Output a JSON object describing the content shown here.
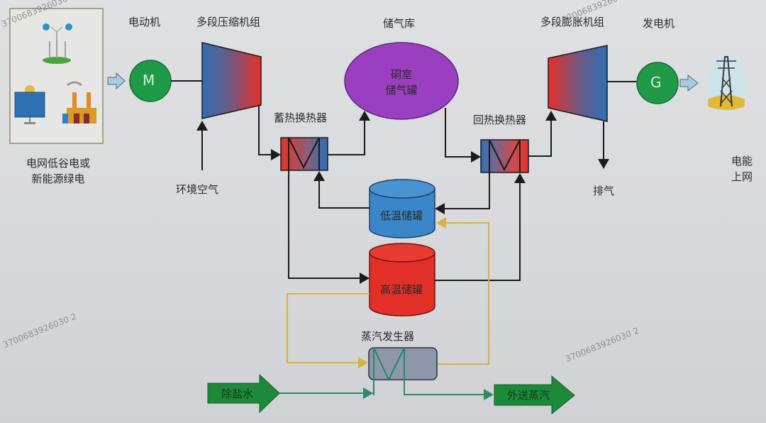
{
  "diagram": {
    "title": "Compressed air energy storage with steam supply",
    "labels": {
      "source": "电网低谷电或\n新能源绿电",
      "motor_title": "电动机",
      "motor_symbol": "M",
      "compressor_title": "多段压缩机组",
      "ambient_air": "环境空气",
      "storage_title": "储气库",
      "cavern": "硐室\n储气罐",
      "heat_storage_hx": "蓄热换热器",
      "recuperator_hx": "回热换热器",
      "low_temp_tank": "低温储罐",
      "high_temp_tank": "高温储罐",
      "steam_generator": "蒸汽发生器",
      "demin_water": "除盐水",
      "steam_out": "外送蒸汽",
      "expander_title": "多段膨胀机组",
      "generator_title": "发电机",
      "generator_symbol": "G",
      "exhaust": "排气",
      "grid": "电能\n上网"
    },
    "colors": {
      "motor_green": "#1f9a48",
      "cavern_purple": "#9a3fbf",
      "cold_blue": "#2f73b8",
      "hot_red": "#e0322c",
      "steam_line_yellow": "#d9b23a",
      "water_line_green": "#2e8a64",
      "arrow_green": "#1d8a3a",
      "hx_gray": "#8e97a9"
    },
    "watermark": "3700683926030 2",
    "nodes": [
      "source",
      "motor",
      "compressor",
      "heat_storage_hx",
      "cavern",
      "recuperator_hx",
      "expander",
      "generator",
      "grid",
      "low_temp_tank",
      "high_temp_tank",
      "steam_generator"
    ],
    "edges": [
      {
        "from": "source",
        "to": "motor"
      },
      {
        "from": "motor",
        "to": "compressor"
      },
      {
        "from": "ambient_air",
        "to": "compressor"
      },
      {
        "from": "compressor",
        "to": "heat_storage_hx"
      },
      {
        "from": "heat_storage_hx",
        "to": "cavern"
      },
      {
        "from": "cavern",
        "to": "recuperator_hx"
      },
      {
        "from": "recuperator_hx",
        "to": "expander"
      },
      {
        "from": "expander",
        "to": "exhaust"
      },
      {
        "from": "expander",
        "to": "generator"
      },
      {
        "from": "generator",
        "to": "grid"
      },
      {
        "from": "low_temp_tank",
        "to": "heat_storage_hx"
      },
      {
        "from": "heat_storage_hx",
        "to": "high_temp_tank"
      },
      {
        "from": "high_temp_tank",
        "to": "recuperator_hx"
      },
      {
        "from": "recuperator_hx",
        "to": "low_temp_tank"
      },
      {
        "from": "high_temp_tank",
        "to": "steam_generator"
      },
      {
        "from": "steam_generator",
        "to": "low_temp_tank"
      },
      {
        "from": "demin_water",
        "to": "steam_generator"
      },
      {
        "from": "steam_generator",
        "to": "steam_out"
      }
    ]
  }
}
